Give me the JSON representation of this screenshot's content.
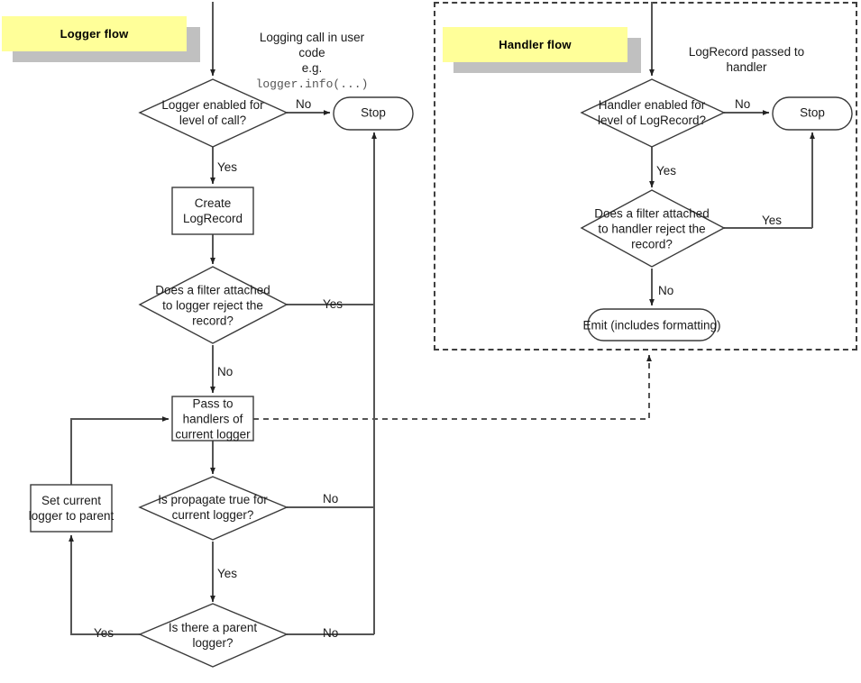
{
  "diagram": {
    "title_groups": [
      {
        "id": "logger-flow",
        "label": "Logger flow"
      },
      {
        "id": "handler-flow",
        "label": "Handler flow"
      }
    ],
    "logger_flow": {
      "entry_note": "Logging call in user\ncode\ne.g.",
      "entry_note_code": "logger.info(...)",
      "nodes": [
        {
          "id": "logger-enabled",
          "type": "decision",
          "label": "Logger enabled for\nlevel of call?"
        },
        {
          "id": "stop",
          "type": "terminator",
          "label": "Stop"
        },
        {
          "id": "create-logrecord",
          "type": "process",
          "label": "Create\nLogRecord"
        },
        {
          "id": "logger-filter",
          "type": "decision",
          "label": "Does a filter attached\nto logger reject the\nrecord?"
        },
        {
          "id": "pass-to-handlers",
          "type": "process",
          "label": "Pass to\nhandlers of\ncurrent logger"
        },
        {
          "id": "is-propagate",
          "type": "decision",
          "label": "Is propagate true for\ncurrent logger?"
        },
        {
          "id": "set-parent",
          "type": "process",
          "label": "Set current\nlogger to parent"
        },
        {
          "id": "has-parent",
          "type": "decision",
          "label": "Is there a parent\nlogger?"
        }
      ],
      "edge_labels": {
        "logger_enabled_no": "No",
        "logger_enabled_yes": "Yes",
        "logger_filter_yes": "Yes",
        "logger_filter_no": "No",
        "propagate_no": "No",
        "propagate_yes": "Yes",
        "has_parent_yes": "Yes",
        "has_parent_no": "No"
      }
    },
    "handler_flow": {
      "entry_note": "LogRecord passed to\nhandler",
      "nodes": [
        {
          "id": "handler-enabled",
          "type": "decision",
          "label": "Handler enabled for\nlevel of LogRecord?"
        },
        {
          "id": "handler-stop",
          "type": "terminator",
          "label": "Stop"
        },
        {
          "id": "handler-filter",
          "type": "decision",
          "label": "Does a filter attached\nto handler reject the\nrecord?"
        },
        {
          "id": "emit",
          "type": "terminator",
          "label": "Emit (includes formatting)"
        }
      ],
      "edge_labels": {
        "handler_enabled_no": "No",
        "handler_enabled_yes": "Yes",
        "handler_filter_yes": "Yes",
        "handler_filter_no": "No"
      }
    },
    "colors": {
      "banner_fill": "#ffff99",
      "banner_shadow": "#c0c0c0",
      "edge": "#555555",
      "node_stroke": "#3a3a3a",
      "background": "#ffffff"
    }
  }
}
